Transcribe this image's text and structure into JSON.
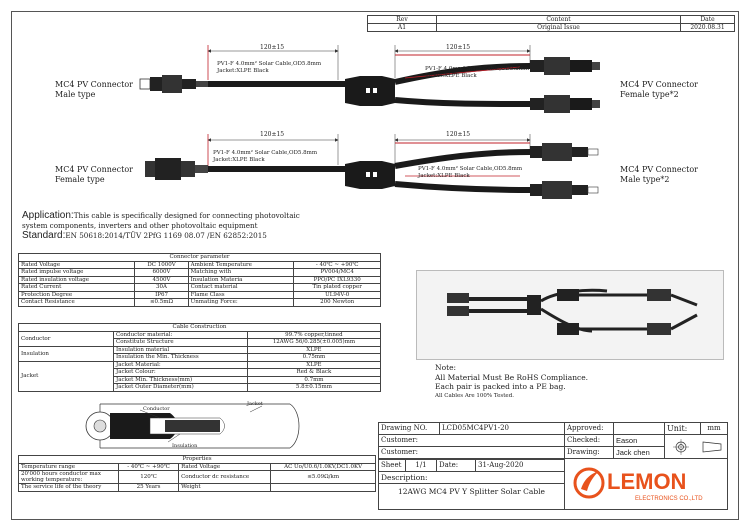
{
  "revision": {
    "headers": [
      "Rev",
      "Content",
      "Date"
    ],
    "row": [
      "A1",
      "Original Issue",
      "2020.08.31"
    ]
  },
  "diagram": {
    "top": {
      "left_label": [
        "MC4 PV Connector",
        "Male type"
      ],
      "right_label": [
        "MC4 PV Connector",
        "Female type*2"
      ],
      "dim_left": "120±15",
      "dim_right": "120±15",
      "cable_text_left": [
        "PV1-F 4.0mm² Solar Cable,OD5.8mm",
        "Jacket:XLPE Black"
      ],
      "cable_text_right": [
        "PV1-F 4.0mm² Solar Cable,OD5.8mm",
        "Jacket:XLPE Black"
      ]
    },
    "bottom": {
      "left_label": [
        "MC4 PV Connector",
        "Female type"
      ],
      "right_label": [
        "MC4 PV Connector",
        "Male type*2"
      ],
      "dim_left": "120±15",
      "dim_right": "120±15",
      "cable_text_left": [
        "PV1-F 4.0mm² Solar Cable,OD5.8mm",
        "Jacket:XLPE Black"
      ],
      "cable_text_right": [
        "PV1-F 4.0mm² Solar Cable,OD5.8mm",
        "Jacket:XLPE Black"
      ]
    },
    "watermark": "LEMON"
  },
  "application": {
    "label": "Application:",
    "text": "This cable is specifically designed for connecting photovoltaic",
    "text2": "system components, inverters and other photovoltaic equipment",
    "standard_label": "Standard:",
    "standard_text": "EN 50618:2014/TÜV 2PfG 1169 08.07 /EN 62852:2015"
  },
  "connector_params": {
    "title": "Connector parameter",
    "rows": [
      [
        "Rated Voltage",
        "DC 1000V",
        "Ambient Temperature",
        "- 40℃ ~ +90℃"
      ],
      [
        "Rated impulse voltage",
        "6000V",
        "Matching with",
        "PV004/MC4"
      ],
      [
        "Rated insulation voltage",
        "4500V",
        "Insulation Materia",
        "PPO/PC IXL9330"
      ],
      [
        "Rated Current",
        "30A",
        "Contact material",
        "Tin plated copper"
      ],
      [
        "Protection Degree",
        "IP67",
        "Flame Class",
        "UL94V-0"
      ],
      [
        "Contact Resistance",
        "≤0.5mΩ",
        "Unmating Force:",
        "200 Newton"
      ]
    ]
  },
  "cable_construction": {
    "title": "Cable Construction",
    "conductor": "Conductor",
    "insulation": "Insulation",
    "jacket": "Jacket",
    "rows": [
      [
        "Conductor material:",
        "99.7% copper,tinned"
      ],
      [
        "Constitute Structure",
        "12AWG 56/0.285(±0.005)mm"
      ],
      [
        "Insulation material",
        "XLPE"
      ],
      [
        "Insulation the Min. Thickness",
        "0.75mm"
      ],
      [
        "Jacket Material:",
        "XLPE"
      ],
      [
        "Jacket Colour:",
        "Red & Black"
      ],
      [
        "Jacket Min. Thickness(mm)",
        "0.7mm"
      ],
      [
        "Jacket Outer Diameter(mm)",
        "5.8±0.15mm"
      ]
    ],
    "cross_labels": [
      "Conductor",
      "Jacket",
      "Insulation"
    ]
  },
  "properties": {
    "title": "Properties",
    "rows": [
      [
        "Temperature range",
        "- 40℃ ~ +90℃",
        "Rated Voltage",
        "AC Uo/U0.6/1.0KV,DC1.0KV"
      ],
      [
        "20'000 hours conductor max working temperature:",
        "120℃",
        "Conductor dc resistance",
        "≤5.09Ω/km"
      ],
      [
        "The service life of the theory",
        "25 Years",
        "Weight",
        ""
      ]
    ]
  },
  "note": {
    "title": "Note:",
    "lines": [
      "All Material Must Be RoHS Compliance.",
      "Each pair is packed into a PE bag."
    ],
    "small": "All Cables Are 100% Tested."
  },
  "title_block": {
    "drawing_no_label": "Drawing NO.",
    "drawing_no": "LCD05MC4PV1-20",
    "customer_label": "Customer:",
    "customer2_label": "Customer:",
    "sheet_label": "Sheet",
    "sheet_value": "1/1",
    "date_label": "Date:",
    "date_value": "31-Aug-2020",
    "description_label": "Description:",
    "description": "12AWG MC4 PV Y Splitter Solar Cable",
    "approved_label": "Approved:",
    "approved": "",
    "checked_label": "Checked:",
    "checked": "Eason",
    "drawing_label": "Drawing:",
    "drawing": "Jack chen",
    "unit_label": "Unit:",
    "unit": "mm",
    "logo_text": "LEMON",
    "logo_sub": "ELECTRONICS CO.,LTD"
  },
  "colors": {
    "logo": "#e8521c",
    "line": "#333333",
    "dim": "#c0202a"
  }
}
